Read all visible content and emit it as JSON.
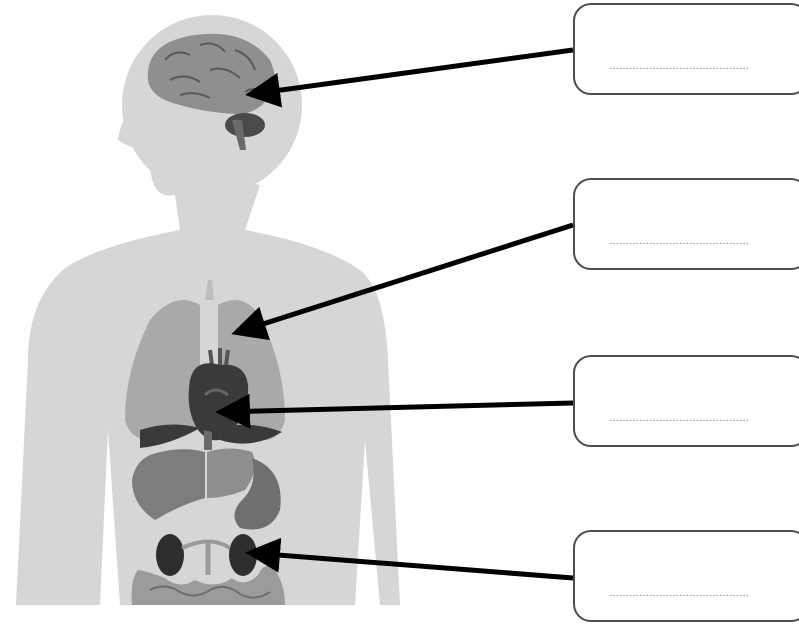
{
  "diagram": {
    "colors": {
      "silhouette": "#d6d6d6",
      "organ_dark": "#3a3a3a",
      "organ_mid": "#8a8a8a",
      "organ_light": "#a9a9a9",
      "arrow": "#000000",
      "box_border": "#4d4d4d"
    },
    "organs": [
      "brain",
      "lungs",
      "heart",
      "kidneys",
      "liver",
      "stomach",
      "intestines"
    ],
    "labels": [
      {
        "target": "brain",
        "blank": "……………………………………"
      },
      {
        "target": "lungs",
        "blank": "……………………………………"
      },
      {
        "target": "heart",
        "blank": "……………………………………"
      },
      {
        "target": "kidneys",
        "blank": "……………………………………"
      }
    ]
  }
}
